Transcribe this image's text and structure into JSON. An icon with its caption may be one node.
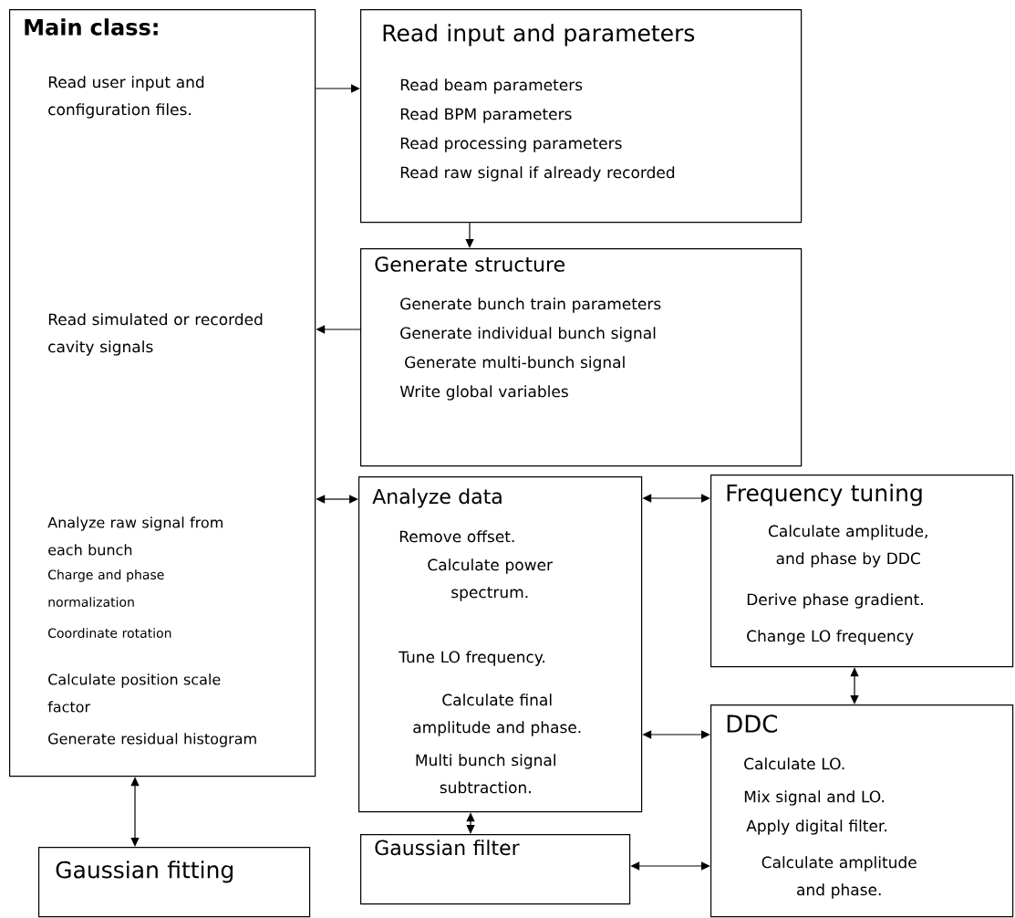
{
  "diagram": {
    "nodes": [
      {
        "text": [
          "Main class:",
          "Read user input and configuration files.",
          "Read simulated or recorded cavity signals",
          "Analyze raw signal from each bunch",
          "Charge and phase normalization",
          "Coordinate rotation",
          "Calculate position scale factor",
          "Generate residual histogram"
        ]
      },
      {
        "text": [
          "Read input and parameters",
          "Read beam parameters",
          "Read BPM parameters",
          "Read processing parameters",
          "Read raw signal if already recorded"
        ]
      },
      {
        "text": [
          "Generate structure",
          "Generate bunch train parameters",
          "Generate individual bunch signal",
          "Generate multi-bunch signal",
          "Write global variables"
        ]
      },
      {
        "text": [
          "Analyze data",
          "Remove offset.",
          "Calculate power spectrum.",
          "Tune LO frequency.",
          "Calculate final amplitude and phase.",
          "Multi bunch signal subtraction."
        ]
      },
      {
        "text": [
          "Frequency tuning",
          "Calculate amplitude, and phase by DDC",
          "Derive phase gradient.",
          "Change LO frequency"
        ]
      },
      {
        "text": [
          "DDC",
          "Calculate LO.",
          "Mix signal and LO.",
          "Apply digital filter.",
          "Calculate amplitude and phase."
        ]
      },
      {
        "text": [
          "Gaussian filter"
        ]
      },
      {
        "text": [
          "Gaussian fitting"
        ]
      }
    ],
    "edges": [
      {
        "from": 0,
        "to": 1,
        "arrow": "to"
      },
      {
        "from": 1,
        "to": 2,
        "arrow": "to"
      },
      {
        "from": 2,
        "to": 0,
        "arrow": "to"
      },
      {
        "from": 0,
        "to": 3,
        "arrow": "both"
      },
      {
        "from": 3,
        "to": 4,
        "arrow": "both"
      },
      {
        "from": 4,
        "to": 5,
        "arrow": "both"
      },
      {
        "from": 3,
        "to": 5,
        "arrow": "both"
      },
      {
        "from": 3,
        "to": 6,
        "arrow": "both"
      },
      {
        "from": 6,
        "to": 5,
        "arrow": "both"
      },
      {
        "from": 0,
        "to": 7,
        "arrow": "both"
      }
    ]
  }
}
